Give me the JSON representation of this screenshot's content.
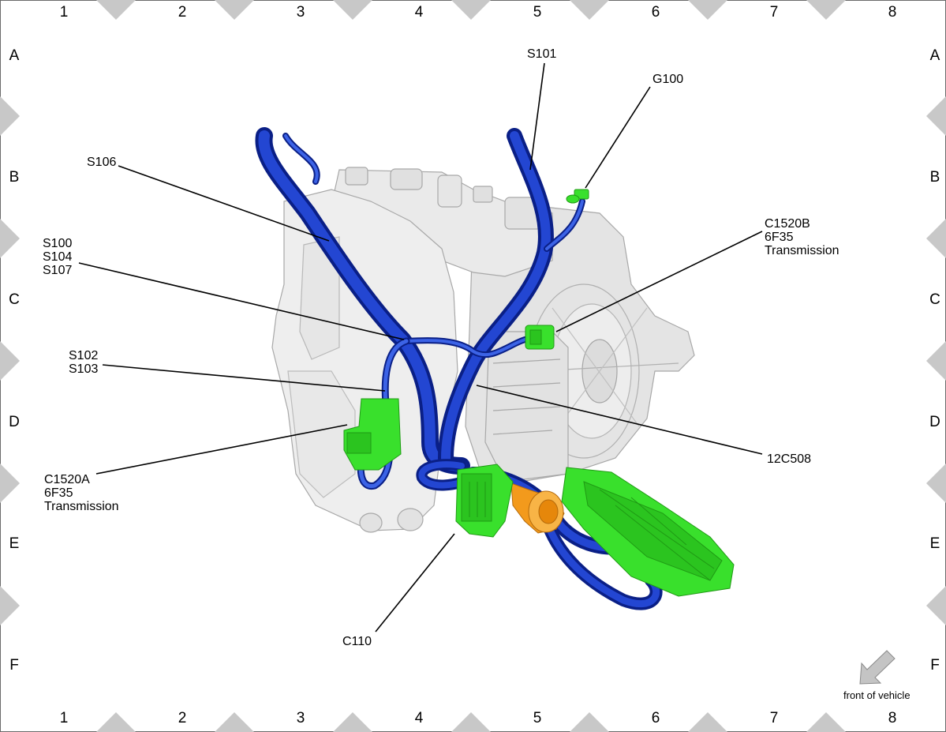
{
  "grid": {
    "columns": [
      "1",
      "2",
      "3",
      "4",
      "5",
      "6",
      "7",
      "8"
    ],
    "rows": [
      "A",
      "B",
      "C",
      "D",
      "E",
      "F"
    ]
  },
  "callouts": {
    "s101": "S101",
    "g100": "G100",
    "s106": "S106",
    "s100_group": [
      "S100",
      "S104",
      "S107"
    ],
    "c1520b": [
      "C1520B",
      "6F35",
      "Transmission"
    ],
    "s102_group": [
      "S102",
      "S103"
    ],
    "c1520a": [
      "C1520A",
      "6F35",
      "Transmission"
    ],
    "c12c508": "12C508",
    "c110": "C110"
  },
  "front_of_vehicle": "front of vehicle",
  "colors": {
    "harness": "#1f3fc4",
    "harness_dark": "#0a1f86",
    "connector": "#39e02c",
    "connector_dark": "#1f9a14",
    "grommet": "#f39a1c",
    "transmission": "#e9e9e9",
    "frame_markers": "#c8c8c8"
  }
}
